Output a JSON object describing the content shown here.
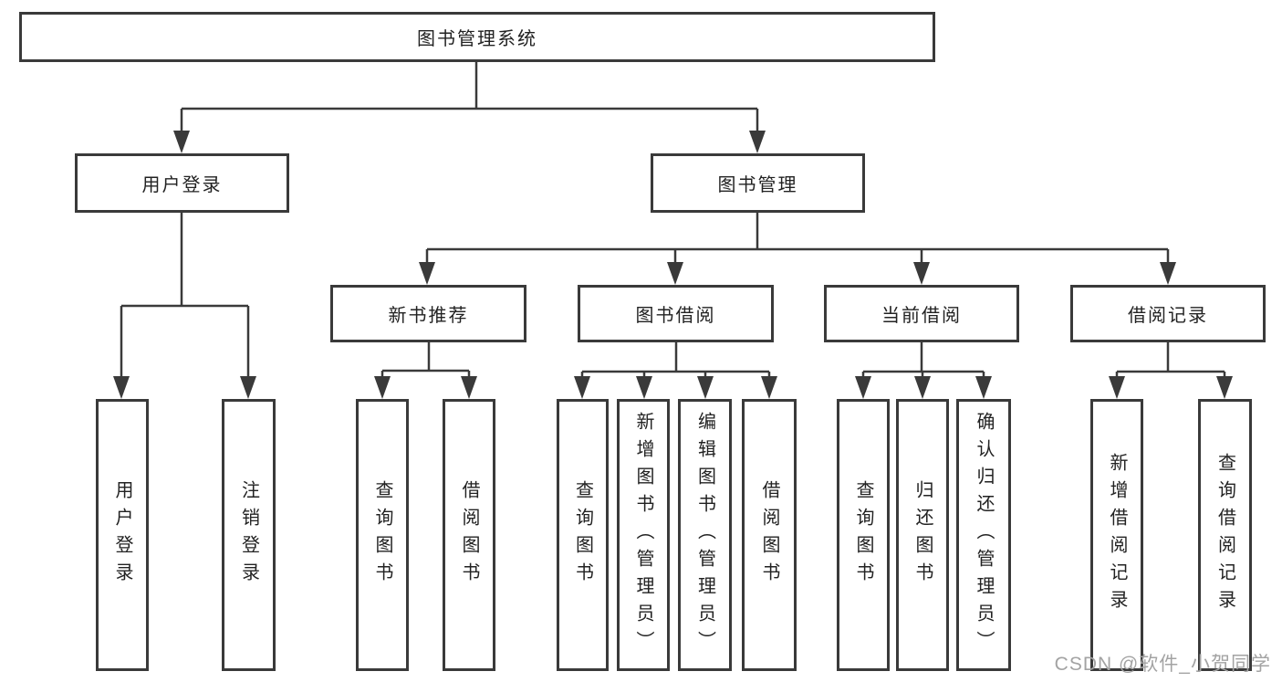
{
  "tree": {
    "root": "图书管理系统",
    "children": [
      {
        "label": "用户登录",
        "children": [
          "用户登录",
          "注销登录"
        ]
      },
      {
        "label": "图书管理",
        "children": [
          {
            "label": "新书推荐",
            "children": [
              "查询图书",
              "借阅图书"
            ]
          },
          {
            "label": "图书借阅",
            "children": [
              "查询图书",
              "新增图书（管理员）",
              "编辑图书（管理员）",
              "借阅图书"
            ]
          },
          {
            "label": "当前借阅",
            "children": [
              "查询图书",
              "归还图书",
              "确认归还（管理员）"
            ]
          },
          {
            "label": "借阅记录",
            "children": [
              "新增借阅记录",
              "查询借阅记录"
            ]
          }
        ]
      }
    ]
  },
  "watermark": {
    "text": "CSDN @软件_小贺同学"
  },
  "colors": {
    "line": "#3a3a3a",
    "text": "#222222",
    "watermark": "#a3a3a3",
    "background": "#ffffff"
  }
}
